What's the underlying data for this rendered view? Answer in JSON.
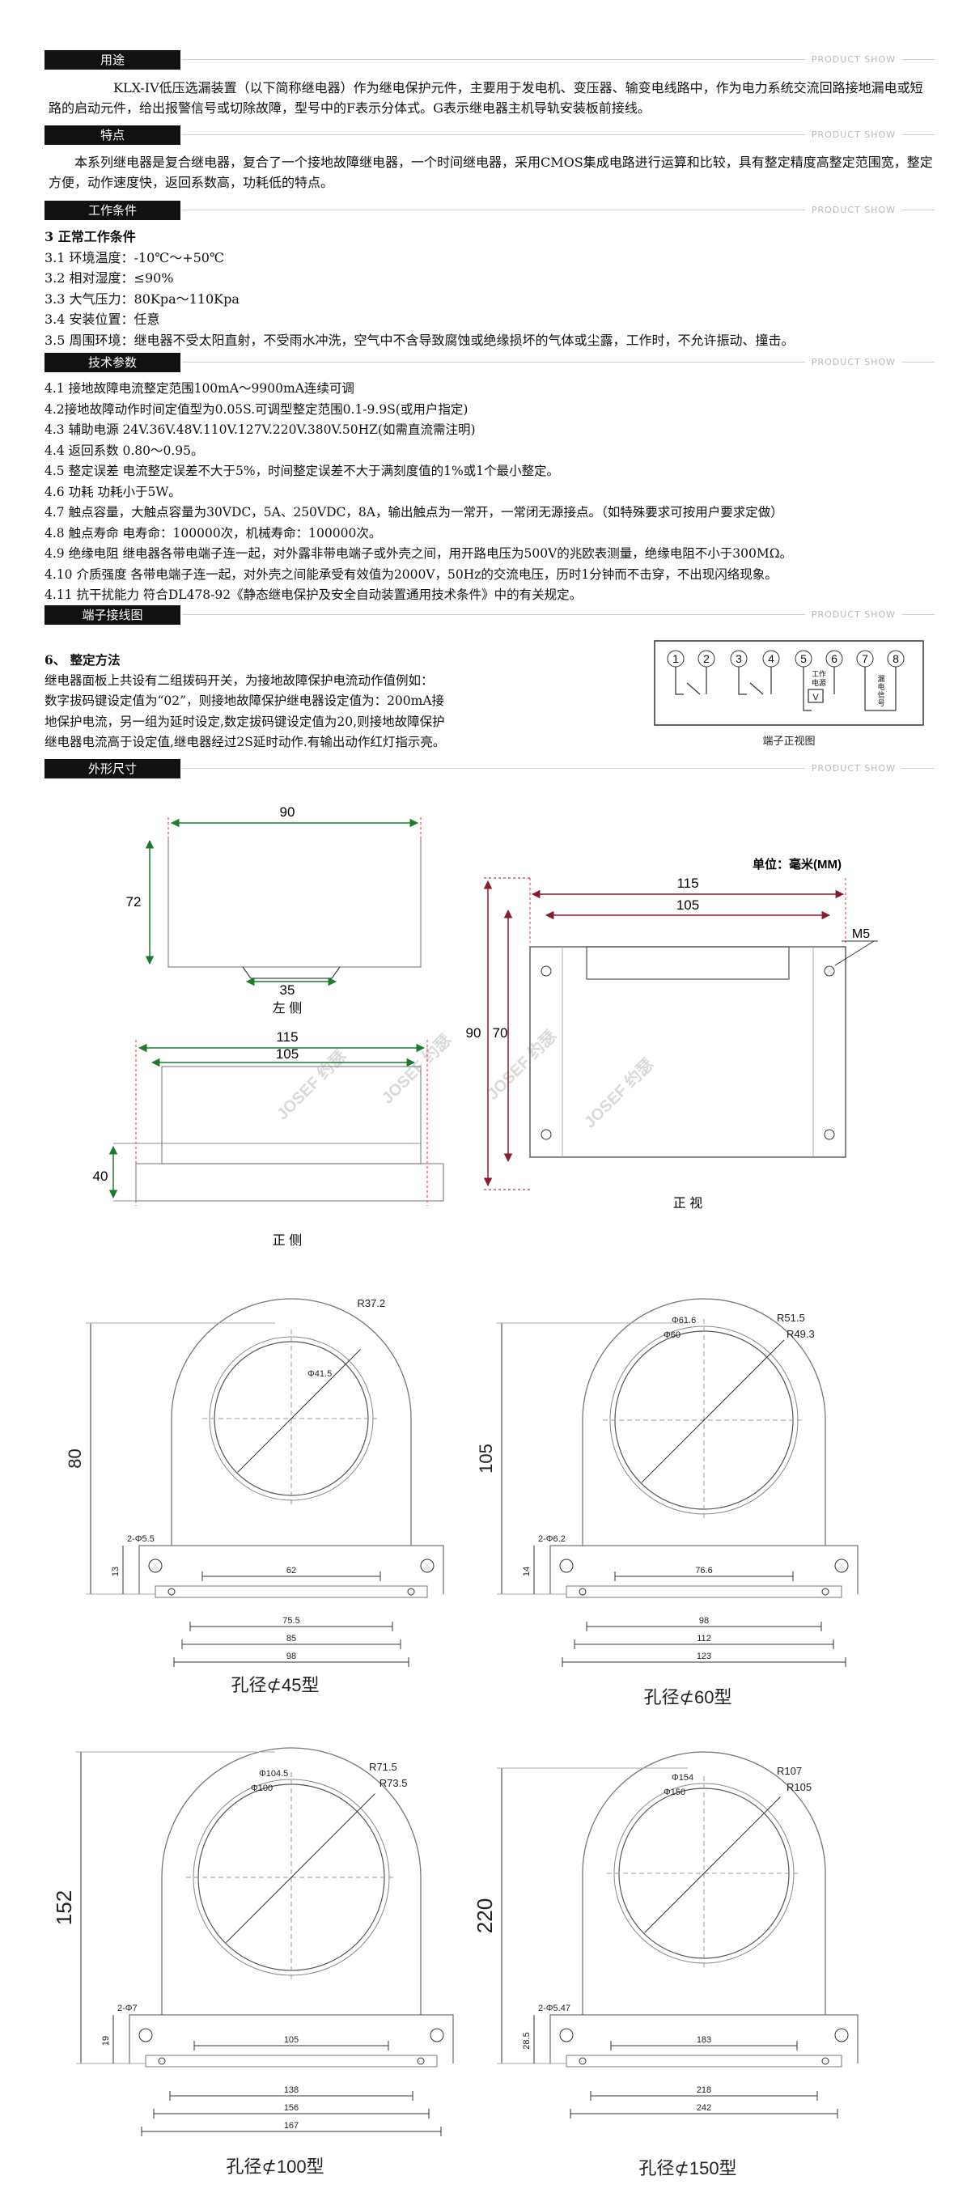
{
  "sections": {
    "usage": "用途",
    "features": "特点",
    "conditions": "工作条件",
    "params": "技术参数",
    "wiring": "端子接线图",
    "dimensions": "外形尺寸",
    "product_show": "PRODUCT SHOW"
  },
  "usage_text": "KLX-IV低压选漏装置（以下简称继电器）作为继电保护元件，主要用于发电机、变压器、输变电线路中，作为电力系统交流回路接地漏电或短路的启动元件，给出报警信号或切除故障，型号中的F表示分体式。G表示继电器主机导轨安装板前接线。",
  "features_text": "本系列继电器是复合继电器，复合了一个接地故障继电器，一个时间继电器，采用CMOS集成电路进行运算和比较，具有整定精度高整定范围宽，整定方便，动作速度快，返回系数高，功耗低的特点。",
  "conditions": {
    "title": "3 正常工作条件",
    "items": [
      "3.1 环境温度：-10℃～+50℃",
      "3.2 相对湿度：≤90%",
      "3.3 大气压力：80Kpa～110Kpa",
      "3.4 安装位置：任意",
      "3.5 周围环境：继电器不受太阳直射，不受雨水冲洗，空气中不含导致腐蚀或绝缘损坏的气体或尘露，工作时，不允许振动、撞击。"
    ]
  },
  "params": [
    "4.1 接地故障电流整定范围100mA～9900mA连续可调",
    "4.2接地故障动作时间定值型为0.05S.可调型整定范围0.1-9.9S(或用户指定)",
    "4.3 辅助电源 24V.36V.48V.110V.127V.220V.380V.50HZ(如需直流需注明)",
    "4.4 返回系数 0.80～0.95。",
    "4.5 整定误差 电流整定误差不大于5%，时间整定误差不大于满刻度值的1%或1个最小整定。",
    "4.6 功耗 功耗小于5W。",
    "4.7 触点容量，大触点容量为30VDC，5A、250VDC，8A，输出触点为一常开，一常闭无源接点。（如特殊要求可按用户要求定做）",
    "4.8 触点寿命 电寿命：100000次，机械寿命：100000次。",
    "4.9 绝缘电阻 继电器各带电端子连一起，对外露非带电端子或外壳之间，用开路电压为500V的兆欧表测量，绝缘电阻不小于300MΩ。",
    "4.10 介质强度 各带电端子连一起，对外壳之间能承受有效值为2000V，50Hz的交流电压，历时1分钟而不击穿，不出现闪络现象。",
    "4.11 抗干扰能力 符合DL478-92《静态继电保护及安全自动装置通用技术条件》中的有关规定。"
  ],
  "setting": {
    "title": "6、 整定方法",
    "lines": [
      "继电器面板上共设有二组拨码开关，为接地故障保护电流动作值例如：",
      "数字拔码键设定值为“02”，则接地故障保护继电器设定值为：200mA接",
      "地保护电流，另一组为延时设定,数定拔码键设定值为20,则接地故障保护",
      "继电器电流高于设定值,继电器经过2S延时动作.有输出动作红灯指示亮。"
    ]
  },
  "terminal": {
    "numbers": [
      "1",
      "2",
      "3",
      "4",
      "5",
      "6",
      "7",
      "8"
    ],
    "power_label": [
      "工作",
      "电源"
    ],
    "v_label": "V",
    "leak_label": [
      "漏",
      "电",
      "信",
      "号"
    ],
    "caption": "端子正视图"
  },
  "dims": {
    "unit": "单位：毫米(MM)",
    "left_w": "90",
    "left_h": "72",
    "left_b": "35",
    "left_cap": "左 侧",
    "side_w1": "115",
    "side_w2": "105",
    "side_h": "40",
    "side_cap": "正 侧",
    "front_w1": "115",
    "front_w2": "105",
    "front_h1": "90",
    "front_h2": "70",
    "front_screw": "M5",
    "front_cap": "正 视",
    "watermark": "JOSEF 约瑟"
  },
  "cts": [
    {
      "title": "孔径⊄45型",
      "height": "80",
      "r": "R37.2",
      "d": "Φ41.5",
      "holes": "2-Φ5.5",
      "foot": "13",
      "w": [
        "62",
        "75.5",
        "85",
        "98"
      ]
    },
    {
      "title": "孔径⊄60型",
      "height": "105",
      "r1": "R51.5",
      "r2": "R49.3",
      "d1": "Φ61.6",
      "d2": "Φ60",
      "holes": "2-Φ6.2",
      "foot": "14",
      "w": [
        "76.6",
        "98",
        "112",
        "123"
      ]
    },
    {
      "title": "孔径⊄100型",
      "height": "152",
      "r1": "R71.5",
      "r2": "R73.5",
      "d1": "Φ104.5",
      "d2": "Φ100",
      "holes": "2-Φ7",
      "foot": "19",
      "w": [
        "105",
        "138",
        "156",
        "167"
      ]
    },
    {
      "title": "孔径⊄150型",
      "height": "220",
      "r1": "R107",
      "r2": "R105",
      "d1": "Φ154",
      "d2": "Φ150",
      "holes": "2-Φ5.47",
      "foot": "28.5",
      "w": [
        "183",
        "218",
        "242"
      ]
    }
  ]
}
